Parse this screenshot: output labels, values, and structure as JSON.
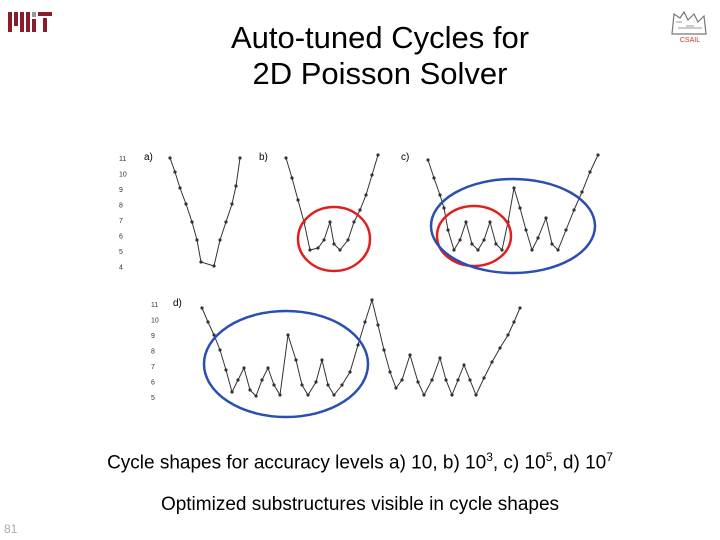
{
  "logo_text": "MIT",
  "csail_text": "CSAIL",
  "title": {
    "line1": "Auto-tuned Cycles for",
    "line2": "2D Poisson Solver"
  },
  "top_axis_ticks": [
    "11",
    "10",
    "9",
    "8",
    "7",
    "6",
    "5",
    "4"
  ],
  "bottom_axis_ticks": [
    "11",
    "10",
    "9",
    "8",
    "7",
    "6",
    "5"
  ],
  "panel_labels": {
    "a": "a)",
    "b": "b)",
    "c": "c)",
    "d": "d)"
  },
  "caption": {
    "prefix": "Cycle shapes for accuracy levels a) 10, b) 10",
    "exp_b": "3",
    "mid1": ", c) 10",
    "exp_c": "5",
    "mid2": ", d) 10",
    "exp_d": "7"
  },
  "subcaption": "Optimized substructures visible in cycle shapes",
  "page_number": "81",
  "colors": {
    "red_ellipse": "#e02020",
    "blue_ellipse": "#2a4fb0",
    "trace": "#333333"
  }
}
